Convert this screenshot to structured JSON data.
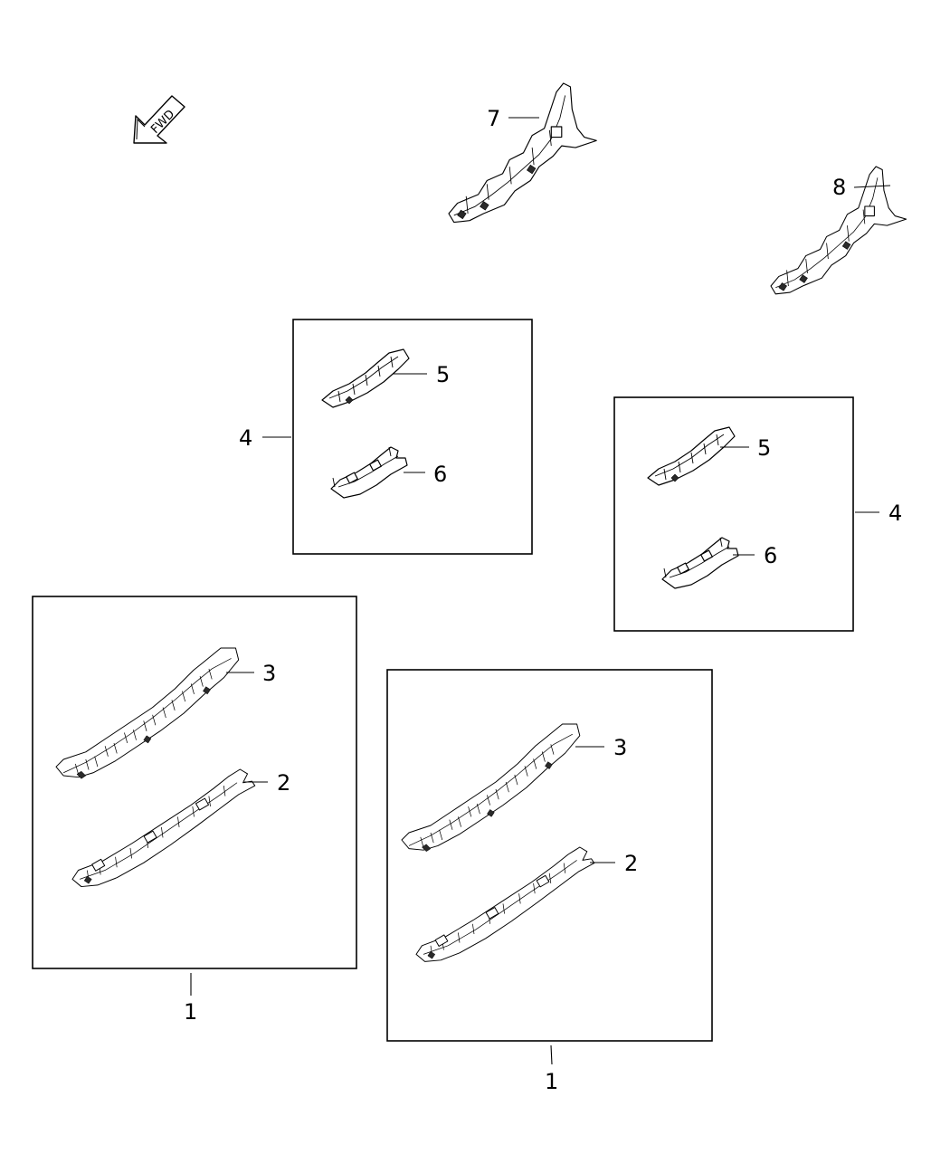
{
  "direction_indicator": {
    "label": "FWD"
  },
  "callouts": {
    "c1a": "1",
    "c1b": "1",
    "c2a": "2",
    "c2b": "2",
    "c3a": "3",
    "c3b": "3",
    "c4a": "4",
    "c4b": "4",
    "c5a": "5",
    "c5b": "5",
    "c6a": "6",
    "c6b": "6",
    "c7": "7",
    "c8": "8"
  }
}
